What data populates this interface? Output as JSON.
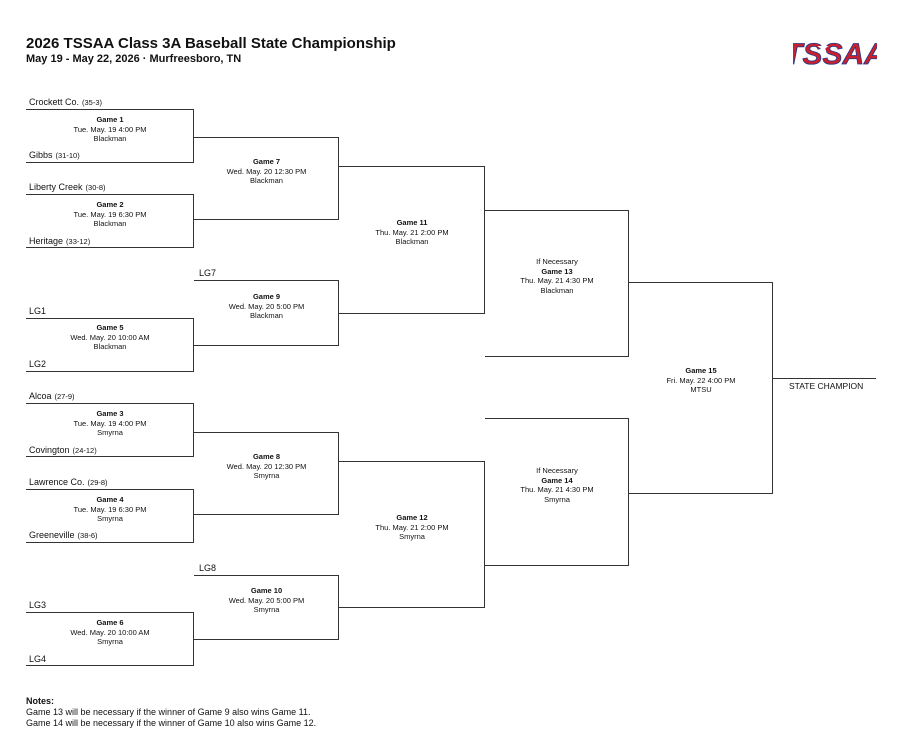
{
  "header": {
    "title": "2026 TSSAA Class 3A Baseball State Championship",
    "subtitle": "May 19 - May 22, 2026 · Murfreesboro, TN",
    "logo_text": "TSSAA"
  },
  "teams": {
    "t1": {
      "name": "Crockett Co.",
      "record": "(35-3)"
    },
    "t2": {
      "name": "Gibbs",
      "record": "(31-10)"
    },
    "t3": {
      "name": "Liberty Creek",
      "record": "(30-8)"
    },
    "t4": {
      "name": "Heritage",
      "record": "(33-12)"
    },
    "lg7": {
      "name": "LG7",
      "record": ""
    },
    "lg1": {
      "name": "LG1",
      "record": ""
    },
    "lg2": {
      "name": "LG2",
      "record": ""
    },
    "t5": {
      "name": "Alcoa",
      "record": "(27-9)"
    },
    "t6": {
      "name": "Covington",
      "record": "(24-12)"
    },
    "t7": {
      "name": "Lawrence Co.",
      "record": "(29-8)"
    },
    "t8": {
      "name": "Greeneville",
      "record": "(38-6)"
    },
    "lg8": {
      "name": "LG8",
      "record": ""
    },
    "lg3": {
      "name": "LG3",
      "record": ""
    },
    "lg4": {
      "name": "LG4",
      "record": ""
    }
  },
  "games": {
    "g1": {
      "note": "",
      "name": "Game 1",
      "time": "Tue. May. 19 4:00 PM",
      "venue": "Blackman"
    },
    "g2": {
      "note": "",
      "name": "Game 2",
      "time": "Tue. May. 19 6:30 PM",
      "venue": "Blackman"
    },
    "g5": {
      "note": "",
      "name": "Game 5",
      "time": "Wed. May. 20 10:00 AM",
      "venue": "Blackman"
    },
    "g3": {
      "note": "",
      "name": "Game 3",
      "time": "Tue. May. 19 4:00 PM",
      "venue": "Smyrna"
    },
    "g4": {
      "note": "",
      "name": "Game 4",
      "time": "Tue. May. 19 6:30 PM",
      "venue": "Smyrna"
    },
    "g6": {
      "note": "",
      "name": "Game 6",
      "time": "Wed. May. 20 10:00 AM",
      "venue": "Smyrna"
    },
    "g7": {
      "note": "",
      "name": "Game 7",
      "time": "Wed. May. 20 12:30 PM",
      "venue": "Blackman"
    },
    "g9": {
      "note": "",
      "name": "Game 9",
      "time": "Wed. May. 20 5:00 PM",
      "venue": "Blackman"
    },
    "g8": {
      "note": "",
      "name": "Game 8",
      "time": "Wed. May. 20 12:30 PM",
      "venue": "Smyrna"
    },
    "g10": {
      "note": "",
      "name": "Game 10",
      "time": "Wed. May. 20 5:00 PM",
      "venue": "Smyrna"
    },
    "g11": {
      "note": "",
      "name": "Game 11",
      "time": "Thu. May. 21 2:00 PM",
      "venue": "Blackman"
    },
    "g12": {
      "note": "",
      "name": "Game 12",
      "time": "Thu. May. 21 2:00 PM",
      "venue": "Smyrna"
    },
    "g13": {
      "note": "If Necessary",
      "name": "Game 13",
      "time": "Thu. May. 21 4:30 PM",
      "venue": "Blackman"
    },
    "g14": {
      "note": "If Necessary",
      "name": "Game 14",
      "time": "Thu. May. 21 4:30 PM",
      "venue": "Smyrna"
    },
    "g15": {
      "note": "",
      "name": "Game 15",
      "time": "Fri. May. 22 4:00 PM",
      "venue": "MTSU"
    }
  },
  "champion_label": "STATE CHAMPION",
  "notes": {
    "title": "Notes:",
    "line1": "Game 13 will be necessary if the winner of Game 9 also wins Game 11.",
    "line2": "Game 14 will be necessary if the winner of Game 10 also wins Game 12."
  },
  "colors": {
    "lines": "#333333",
    "logo_red": "#c8202f",
    "logo_blue": "#1f3a8a"
  }
}
